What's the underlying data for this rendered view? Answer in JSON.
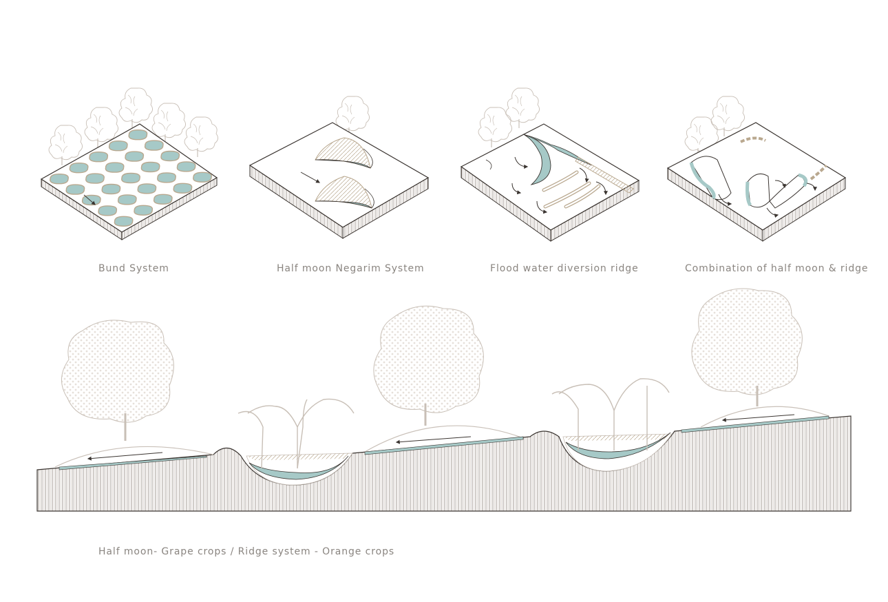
{
  "colors": {
    "line": "#3a3430",
    "soil": "#8b7f77",
    "water": "#a6c9c7",
    "tree": "#c8bfb6",
    "tan": "#b9a88f",
    "caption": "#8a8580"
  },
  "panels": [
    {
      "caption": "Bund System"
    },
    {
      "caption": "Half moon Negarim System"
    },
    {
      "caption": "Flood water diversion ridge"
    },
    {
      "caption": "Combination of half moon & ridge"
    }
  ],
  "section": {
    "caption": "Half moon- Grape crops / Ridge system - Orange crops"
  }
}
